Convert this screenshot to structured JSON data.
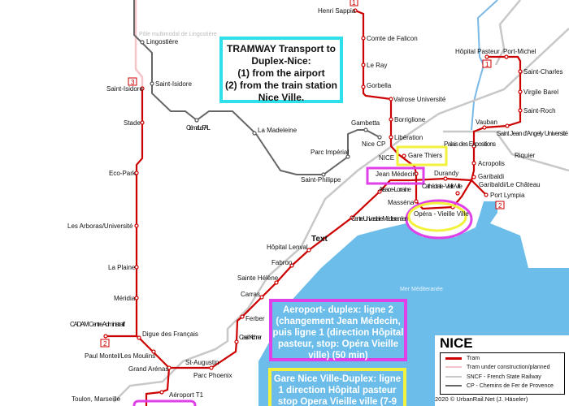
{
  "colors": {
    "tram": "#cc0000",
    "sea": "#6cbde9",
    "sncf": "#c8c8c8",
    "cp": "#666666",
    "highlight_magenta": "#e040e8",
    "highlight_yellow": "#f2f23c",
    "highlight_cyan": "#2fe0ea"
  },
  "annotations": {
    "tramway_box": [
      "TRAMWAY Transport to",
      "Duplex-Nice:",
      "(1) from the airport",
      "(2) from the train station",
      "Nice Ville."
    ],
    "airport_box": [
      "Aeroport- duplex: ligne 2",
      "(changement Jean Médecin,",
      "puis ligne 1 (direction Hôpital",
      "pasteur, stop: Opéra Vieille",
      "ville) (50 min)"
    ],
    "station_box": [
      "Gare Nice Ville-Duplex: ligne",
      "1 direction Hôpital pasteur",
      "stop Opera Vieille ville (7-9"
    ],
    "text_label": "Text"
  },
  "line_badges": [
    "1",
    "1",
    "3",
    "2",
    "2"
  ],
  "labels": {
    "pole": "Pôle multimodal de Lingostière",
    "nice": "NICE",
    "sea": "Mer Méditeranée",
    "toulon": "Toulon, Marseille"
  },
  "stations": [
    "Henri Sappia",
    "Comte de Falicon",
    "Le Ray",
    "Gorbella",
    "Valrose Université",
    "Borriglione",
    "Libération",
    "Gare Thiers",
    "Jean Médecin",
    "Masséna",
    "Opéra - Vieille Ville",
    "Cathédrale - Vieille Ville",
    "Garibaldi",
    "Acropolis",
    "Palais des Expositions",
    "Vauban",
    "Saint Jean d'Angely Université",
    "Saint-Roch",
    "Virgile Barel",
    "Saint-Charles",
    "Port-Michel",
    "Hôpital Pasteur",
    "Durandy",
    "Garibaldi/Le Château",
    "Port Lympia",
    "Alsace-Lorraine",
    "Centre Universitaire Méditerranéen",
    "Hôpital Lenval",
    "Fabron",
    "Sainte Hélène",
    "Carras",
    "Ferber",
    "Cassin Kirchner",
    "Parc Phoenix",
    "St-Augustin",
    "Grand Arénas",
    "Aéroport T1",
    "Paul Montel/Les Moulins",
    "Digue des Français",
    "CADAM Centre Administratif",
    "Méridia",
    "La Plaine",
    "Les Arboras/Université",
    "Eco-Park",
    "Stade",
    "Saint-Isidore",
    "Lingostière",
    "Saint-Isidore",
    "Crémat Le P.A.L.",
    "La Madeleine",
    "Saint-Philippe",
    "Parc Impérial",
    "Gambetta",
    "Nice CP",
    "Riquier"
  ],
  "legend": {
    "title": "NICE",
    "items": [
      "Tram",
      "Tram under construction/planned",
      "SNCF - French State Railway",
      "CP - Chemins de Fer de Provence"
    ],
    "credit": "2020 © UrbanRail.Net (J. Häseler)"
  }
}
